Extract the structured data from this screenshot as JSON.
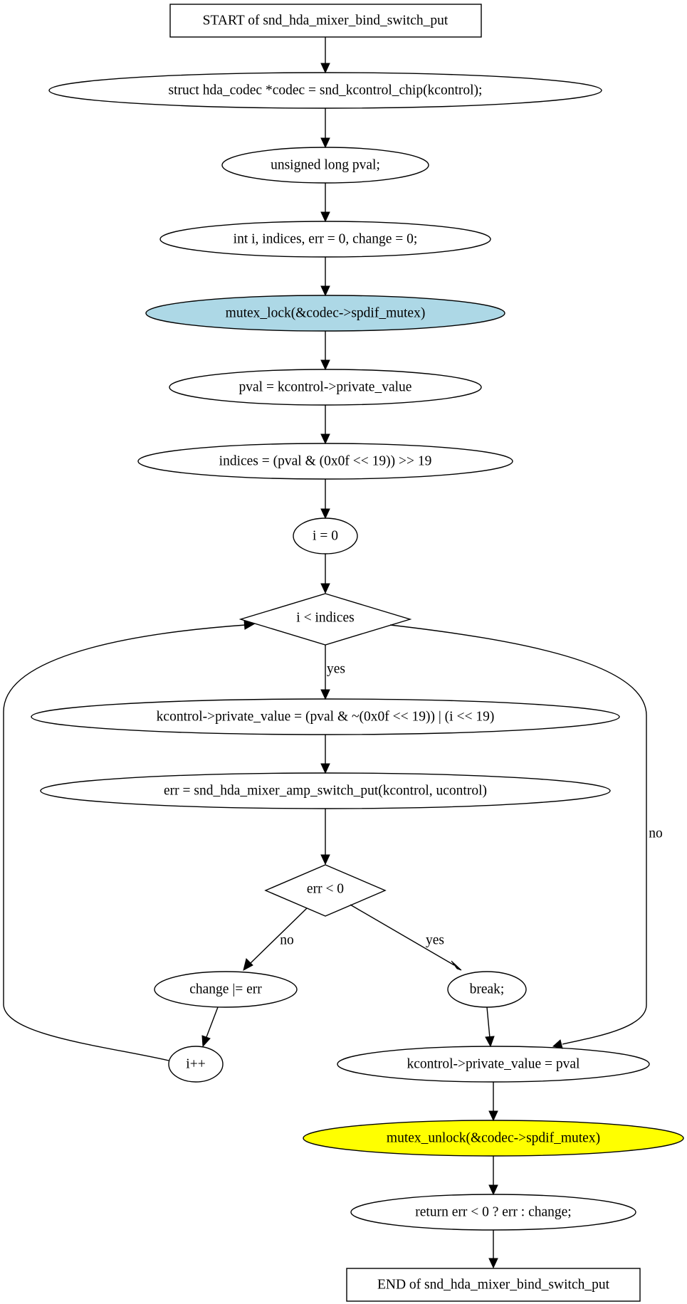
{
  "nodes": {
    "start": {
      "label": "START of snd_hda_mixer_bind_switch_put",
      "fill": "#ffffff"
    },
    "codec_decl": {
      "label": "struct hda_codec *codec = snd_kcontrol_chip(kcontrol);",
      "fill": "#ffffff"
    },
    "pval_decl": {
      "label": "unsigned long pval;",
      "fill": "#ffffff"
    },
    "vars_decl": {
      "label": "int i, indices, err = 0, change = 0;",
      "fill": "#ffffff"
    },
    "mutex_lock": {
      "label": "mutex_lock(&codec->spdif_mutex)",
      "fill": "#add8e6"
    },
    "pval_assign": {
      "label": "pval = kcontrol->private_value",
      "fill": "#ffffff"
    },
    "indices_assign": {
      "label": "indices = (pval & (0x0f << 19)) >> 19",
      "fill": "#ffffff"
    },
    "i_init": {
      "label": "i = 0",
      "fill": "#ffffff"
    },
    "loop_cond": {
      "label": "i < indices",
      "fill": "#ffffff"
    },
    "private_value_set": {
      "label": "kcontrol->private_value = (pval & ~(0x0f << 19)) | (i << 19)",
      "fill": "#ffffff"
    },
    "err_assign": {
      "label": "err = snd_hda_mixer_amp_switch_put(kcontrol, ucontrol)",
      "fill": "#ffffff"
    },
    "err_cond": {
      "label": "err < 0",
      "fill": "#ffffff"
    },
    "change_or": {
      "label": "change |= err",
      "fill": "#ffffff"
    },
    "break_stmt": {
      "label": "break;",
      "fill": "#ffffff"
    },
    "i_incr": {
      "label": "i++",
      "fill": "#ffffff"
    },
    "private_value_restore": {
      "label": "kcontrol->private_value = pval",
      "fill": "#ffffff"
    },
    "mutex_unlock": {
      "label": "mutex_unlock(&codec->spdif_mutex)",
      "fill": "#ffff00"
    },
    "return_stmt": {
      "label": "return err < 0 ? err : change;",
      "fill": "#ffffff"
    },
    "end": {
      "label": "END of snd_hda_mixer_bind_switch_put",
      "fill": "#ffffff"
    }
  },
  "edge_labels": {
    "loop_yes": "yes",
    "loop_no": "no",
    "err_no": "no",
    "err_yes": "yes"
  }
}
